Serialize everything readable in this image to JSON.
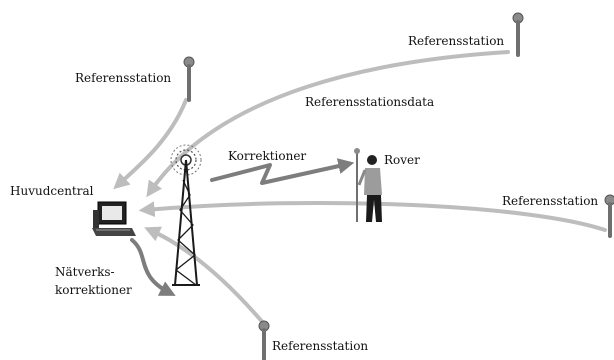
{
  "labels": {
    "station_top_right": "Referensstation",
    "station_top_left": "Referensstation",
    "station_right": "Referensstation",
    "station_bottom": "Referensstation",
    "station_data": "Referensstationsdata",
    "corrections": "Korrektioner",
    "rover": "Rover",
    "central": "Huvudcentral",
    "network_line1": "Nätverks-",
    "network_line2": "korrektioner"
  },
  "colors": {
    "arrow": "#bdbdbd",
    "dark_arrow": "#7d7d7d",
    "pole": "#6f6f6f",
    "tower": "#1a1a1a"
  },
  "icons": [
    "reference-station-icon",
    "computer-icon",
    "radio-tower-icon",
    "rover-surveyor-icon"
  ]
}
